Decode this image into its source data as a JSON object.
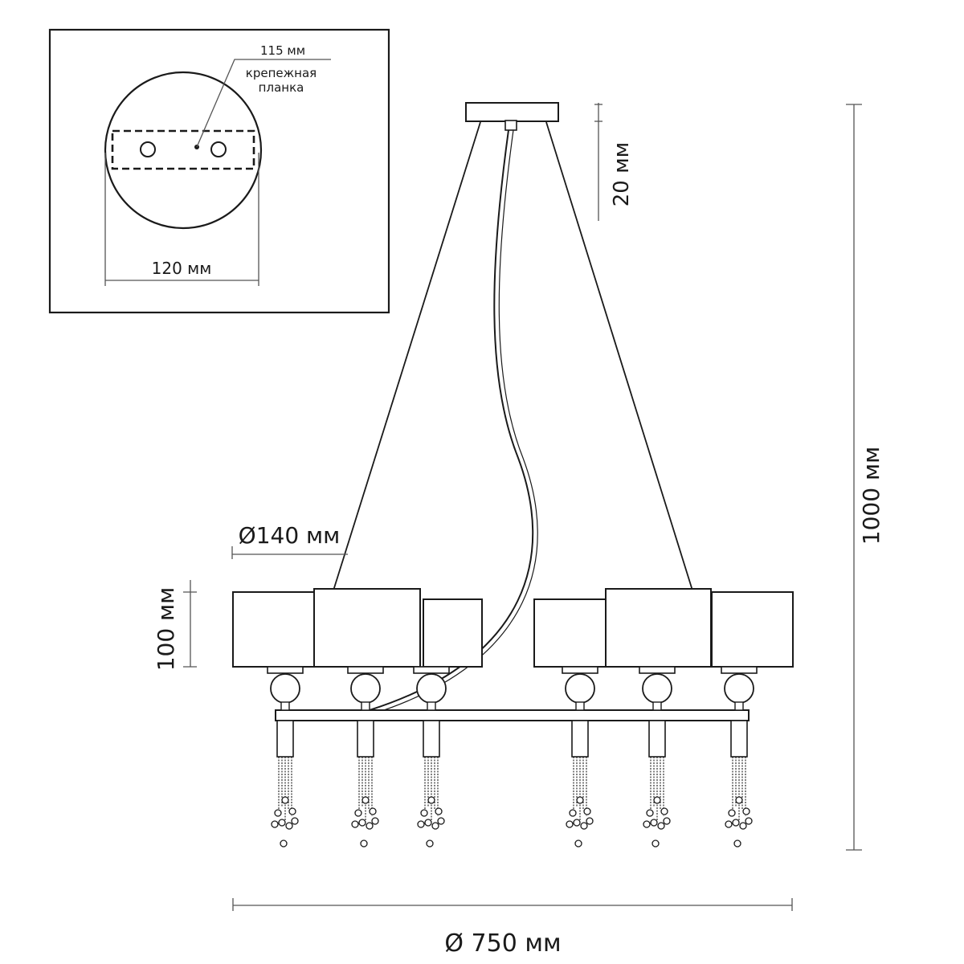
{
  "inset": {
    "plate_label": "115 мм",
    "bracket_label_line1": "крепежная",
    "bracket_label_line2": "планка",
    "base_diameter": "120 мм"
  },
  "dimensions": {
    "canopy_height": "20 мм",
    "total_height": "1000 мм",
    "shade_diameter": "Ø140 мм",
    "shade_height": "100 мм",
    "overall_diameter": "Ø 750 мм"
  }
}
